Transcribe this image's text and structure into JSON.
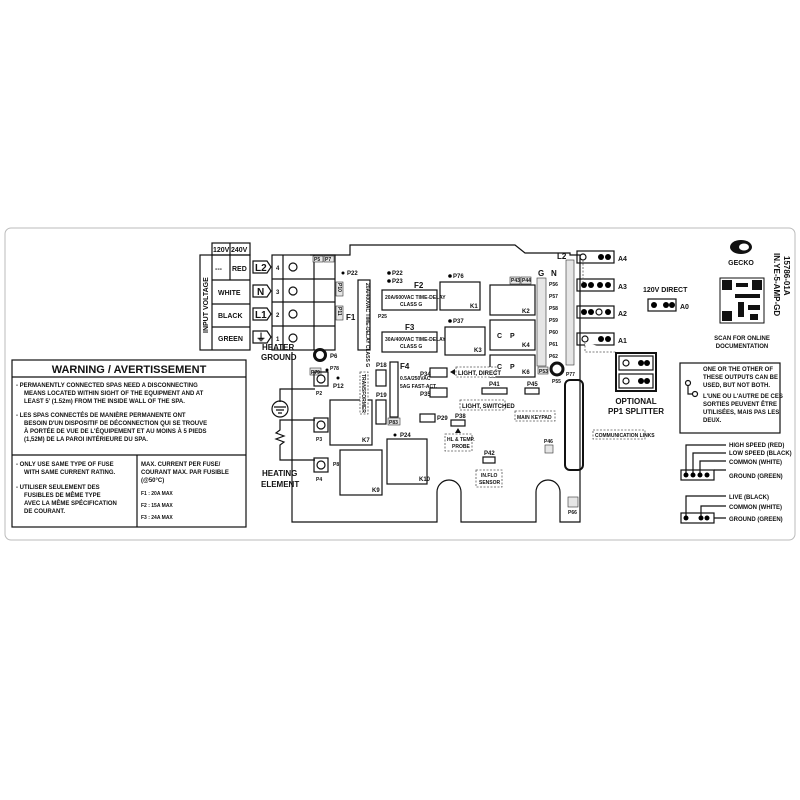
{
  "input_voltage": {
    "label": "INPUT VOLTAGE",
    "headers": [
      "120V",
      "240V"
    ],
    "rows": [
      {
        "v120": "---",
        "v240": "RED",
        "terminal": "L2",
        "num": "4"
      },
      {
        "v120": "",
        "v240": "WHITE",
        "terminal": "N",
        "num": "3"
      },
      {
        "v120": "",
        "v240": "BLACK",
        "terminal": "L1",
        "num": "2"
      },
      {
        "v120": "",
        "v240": "GREEN",
        "terminal": "⏚",
        "num": "1"
      }
    ]
  },
  "warning": {
    "title": "WARNING / AVERTISSEMENT",
    "en": [
      "- PERMANENTLY CONNECTED SPAS NEED A DISCONNECTING",
      "MEANS LOCATED WITHIN SIGHT OF THE EQUIPMENT AND AT",
      "LEAST 5' (1.52m) FROM THE INSIDE WALL OF THE SPA."
    ],
    "fr": [
      "- LES SPAS CONNECTÉS DE MANIÈRE PERMANENTE ONT",
      "BESOIN D'UN DISPOSITIF DE DÉCONNECTION QUI SE TROUVE",
      "À PORTÉE DE VUE DE L'ÉQUIPEMENT ET AU MOINS À 5 PIEDS",
      "(1,52M) DE LA PAROI INTÉRIEURE DU SPA."
    ],
    "fuse_en": [
      "- ONLY USE SAME TYPE OF FUSE",
      "WITH SAME CURRENT RATING."
    ],
    "fuse_fr": [
      "- UTILISER SEULEMENT DES",
      "FUSIBLES DE MÊME TYPE",
      "AVEC LA MÊME SPÉCIFICATION",
      "DE COURANT."
    ],
    "max_current": [
      "MAX. CURRENT PER FUSE/",
      "COURANT MAX. PAR FUSIBLE",
      "(@50°C)"
    ],
    "fuses": [
      "F1 : 20A MAX",
      "F2 : 15A MAX",
      "F3 : 24A MAX"
    ]
  },
  "heater": {
    "ground": [
      "HEATER",
      "GROUND"
    ],
    "element": [
      "HEATING",
      "ELEMENT"
    ]
  },
  "board": {
    "fuse_labels": {
      "f1": "F1",
      "f2": "F2",
      "f3": "F3",
      "f4": "F4"
    },
    "f1_text": "20A/400VAC TIME-DELAY CLASS G",
    "f2_text": [
      "20A/600VAC TIME-DELAY",
      "CLASS G"
    ],
    "f3_text": [
      "30A/400VAC TIME-DELAY",
      "CLASS G"
    ],
    "f4_text": [
      "0.5A/250VAC",
      "5AG FAST-ACT."
    ],
    "transformer": "TRANSFORMER",
    "relays": [
      "K1",
      "K2",
      "K3",
      "K4",
      "K6",
      "K7",
      "K9",
      "K10"
    ],
    "ports": {
      "p2": "P2",
      "p3": "P3",
      "p4": "P4",
      "p5": "P5",
      "p6": "P6",
      "p7": "P7",
      "p8": "P8",
      "p9": "P9",
      "p10": "P10",
      "p11": "P11",
      "p12": "P12",
      "p18": "P18",
      "p19": "P19",
      "p22": "P22",
      "p23": "P23",
      "p24": "P24",
      "p25": "P25",
      "p29": "P29",
      "p34": "P34",
      "p35": "P35",
      "p37": "P37",
      "p38": "P38",
      "p41": "P41",
      "p42": "P42",
      "p43": "P43",
      "p44": "P44",
      "p45": "P45",
      "p46": "P46",
      "p53": "P53",
      "p55": "P55",
      "p66": "P66",
      "p76": "P76",
      "p77": "P77",
      "p78": "P78",
      "p79": "P79",
      "p83": "P83"
    },
    "n_ports": [
      "P56",
      "P57",
      "P58",
      "P59",
      "P60",
      "P61",
      "P62"
    ],
    "g_label": "G",
    "n_label": "N",
    "l2_label": "L2",
    "light_direct": "LIGHT, DIRECT",
    "light_switched": "LIGHT, SWITCHED",
    "main_keypad": "MAIN KEYPAD",
    "probe": [
      "HL & TEMP.",
      "PROBE"
    ],
    "inflo": [
      "IN.FLO",
      "SENSOR"
    ],
    "comm_links": "COMMUNICATION LINKS",
    "relay_c": "C",
    "relay_p": "P"
  },
  "outputs": [
    "A4",
    "A3",
    "A2",
    "A1"
  ],
  "direct": {
    "label": "120V DIRECT",
    "port": "A0"
  },
  "splitter": [
    "OPTIONAL",
    "PP1 SPLITTER"
  ],
  "brand": {
    "name": "GECKO",
    "scan": [
      "SCAN FOR ONLINE",
      "DOCUMENTATION"
    ],
    "part": [
      "IN.YE-5-AMP-GD",
      "15786-01A"
    ]
  },
  "note": {
    "en": [
      "ONE OR THE OTHER OF",
      "THESE OUTPUTS CAN BE",
      "USED, BUT NOT BOTH."
    ],
    "fr": [
      "L'UNE OU L'AUTRE DE CES",
      "SORTIES PEUVENT ÊTRE",
      "UTILISÉES, MAIS PAS LES",
      "DEUX."
    ]
  },
  "pump_legend": [
    "HIGH SPEED (RED)",
    "LOW SPEED (BLACK)",
    "COMMON (WHITE)",
    "GROUND (GREEN)"
  ],
  "light_legend": [
    "LIVE (BLACK)",
    "COMMON (WHITE)",
    "GROUND (GREEN)"
  ]
}
